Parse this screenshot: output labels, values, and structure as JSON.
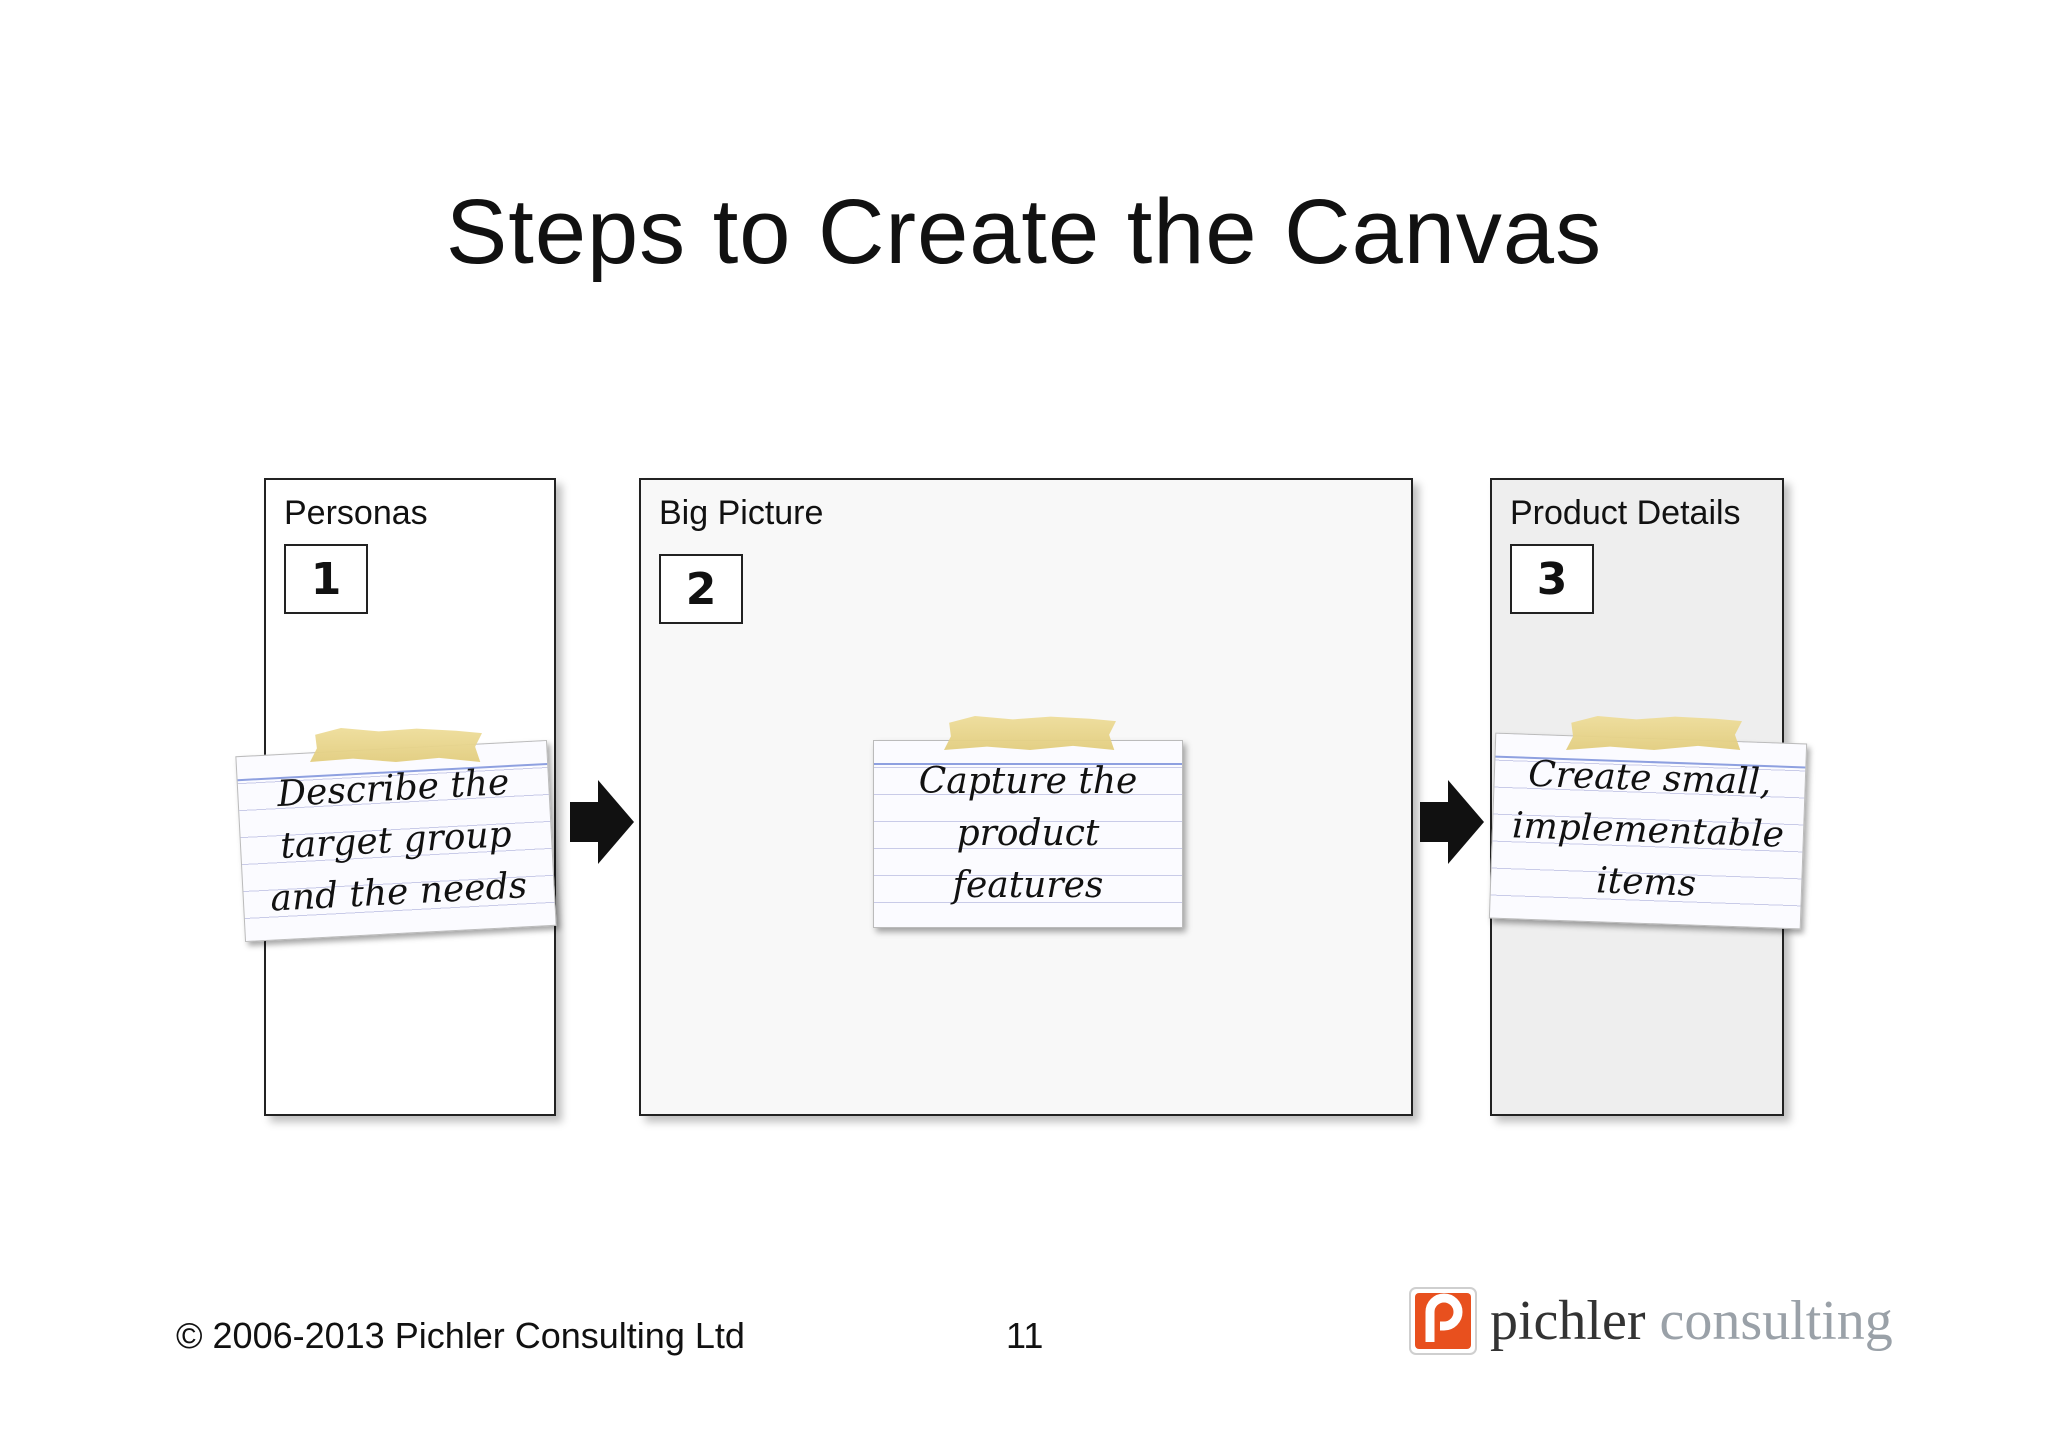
{
  "slide": {
    "title": "Steps to Create the  Canvas",
    "footer": {
      "copyright": "© 2006-2013 Pichler Consulting Ltd",
      "page_number": "11"
    },
    "logo": {
      "word_1": "pichler",
      "word_2": "consulting",
      "colors": {
        "mark": "#e8501e",
        "word_1": "#333333",
        "word_2": "#9aa1a8"
      }
    }
  },
  "panels": [
    {
      "label": "Personas",
      "step": "1",
      "card_text": "Describe the\ntarget group\nand the needs"
    },
    {
      "label": "Big Picture",
      "step": "2",
      "card_text": "Capture the\nproduct\nfeatures"
    },
    {
      "label": "Product Details",
      "step": "3",
      "card_text": "Create small,\nimplementable\nitems"
    }
  ],
  "arrows": [
    "arrow-right-icon",
    "arrow-right-icon"
  ]
}
